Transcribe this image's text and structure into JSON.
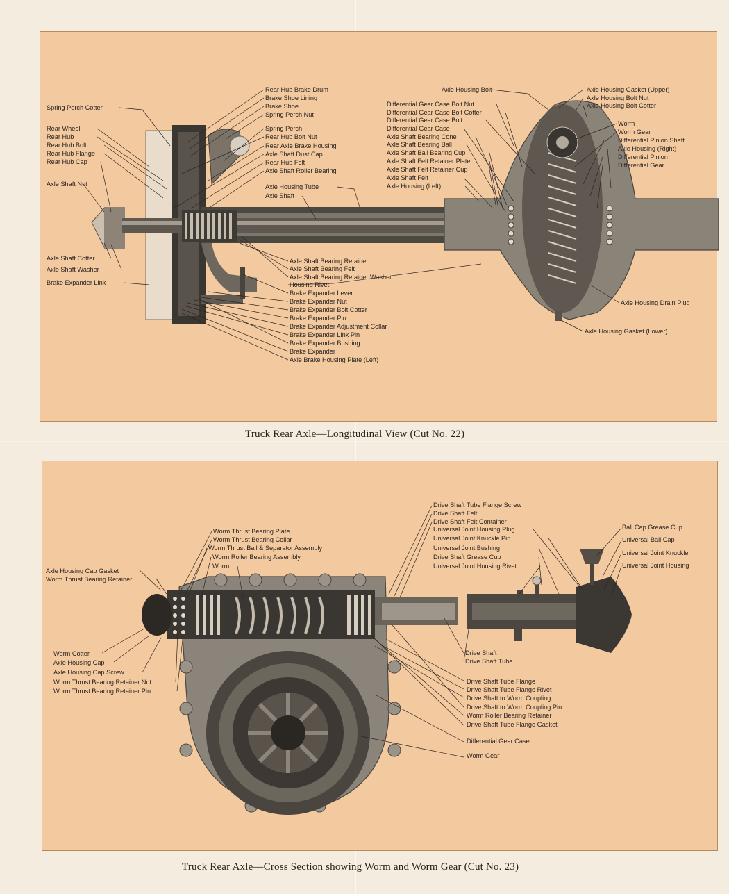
{
  "figure1": {
    "caption": "Truck Rear Axle—Longitudinal View (Cut No. 22)",
    "labels": {
      "rear_hub_brake_drum": "Rear Hub Brake Drum",
      "brake_shoe_lining": "Brake Shoe Lining",
      "brake_shoe": "Brake Shoe",
      "spring_perch_nut": "Spring Perch Nut",
      "spring_perch_cotter": "Spring Perch Cotter",
      "spring_perch": "Spring Perch",
      "rear_hub_bolt_nut": "Rear Hub Bolt Nut",
      "rear_axle_brake_housing": "Rear Axle Brake Housing",
      "axle_shaft_dust_cap": "Axle Shaft Dust Cap",
      "rear_hub_felt": "Rear Hub Felt",
      "axle_shaft_roller_bearing": "Axle Shaft Roller Bearing",
      "rear_wheel": "Rear Wheel",
      "rear_hub": "Rear Hub",
      "rear_hub_bolt": "Rear Hub Bolt",
      "rear_hub_flange": "Rear Hub Flange",
      "rear_hub_cap": "Rear Hub Cap",
      "axle_shaft_nut": "Axle Shaft Nut",
      "axle_housing_tube": "Axle Housing Tube",
      "axle_shaft": "Axle Shaft",
      "axle_housing_bolt": "Axle Housing Bolt",
      "diff_gear_case_bolt_nut": "Differential Gear Case Bolt Nut",
      "diff_gear_case_bolt_cotter": "Differential Gear Case Bolt Cotter",
      "diff_gear_case_bolt": "Differential Gear Case Bolt",
      "diff_gear_case": "Differential Gear Case",
      "axle_shaft_bearing_cone": "Axle Shaft Bearing Cone",
      "axle_shaft_bearing_ball": "Axle Shaft Bearing Ball",
      "axle_shaft_ball_bearing_cup": "Axle Shaft Ball Bearing Cup",
      "axle_shaft_felt_retainer_plate": "Axle Shaft Felt Retainer Plate",
      "axle_shaft_felt_retainer_cup": "Axle Shaft Felt Retainer Cup",
      "axle_shaft_felt": "Axle Shaft Felt",
      "axle_housing_left": "Axle Housing (Left)",
      "axle_housing_gasket_upper": "Axle Housing Gasket (Upper)",
      "axle_housing_bolt_nut": "Axle Housing Bolt Nut",
      "axle_housing_bolt_cotter": "Axle Housing Bolt Cotter",
      "worm": "Worm",
      "worm_gear": "Worm Gear",
      "differential_pinion_shaft": "Differential Pinion Shaft",
      "axle_housing_right": "Axle Housing (Right)",
      "differential_pinion": "Differential Pinion",
      "differential_gear": "Differential Gear",
      "axle_shaft_cotter": "Axle Shaft Cotter",
      "axle_shaft_washer": "Axle Shaft Washer",
      "brake_expander_link": "Brake Expander Link",
      "axle_shaft_bearing_retainer": "Axle Shaft Bearing Retainer",
      "axle_shaft_bearing_felt": "Axle Shaft Bearing Felt",
      "axle_shaft_bearing_retainer_washer": "Axle Shaft Bearing Retainer Washer",
      "housing_rivet": "Housing Rivet",
      "brake_expander_lever": "Brake Expander Lever",
      "brake_expander_nut": "Brake Expander Nut",
      "brake_expander_bolt_cotter": "Brake Expander Bolt Cotter",
      "brake_expander_pin": "Brake Expander Pin",
      "brake_expander_adjustment_collar": "Brake Expander Adjustment Collar",
      "brake_expander_link_pin": "Brake Expander Link Pin",
      "brake_expander_bushing": "Brake Expander Bushing",
      "brake_expander": "Brake Expander",
      "axle_brake_housing_plate_left": "Axle Brake Housing Plate (Left)",
      "axle_housing_drain_plug": "Axle Housing Drain Plug",
      "axle_housing_gasket_lower": "Axle Housing Gasket (Lower)"
    }
  },
  "figure2": {
    "caption": "Truck Rear Axle—Cross Section showing Worm and Worm Gear (Cut No. 23)",
    "labels": {
      "drive_shaft_tube_flange_screw": "Drive Shaft Tube Flange Screw",
      "drive_shaft_felt": "Drive Shaft Felt",
      "drive_shaft_felt_container": "Drive Shaft Felt Container",
      "universal_joint_housing_plug": "Universal Joint Housing Plug",
      "universal_joint_knuckle_pin": "Universal Joint Knuckle Pin",
      "universal_joint_bushing": "Universal Joint Bushing",
      "drive_shaft_grease_cup": "Drive Shaft Grease Cup",
      "universal_joint_housing_rivet": "Universal Joint Housing Rivet",
      "ball_cap_grease_cup": "Ball Cap Grease Cup",
      "universal_ball_cap": "Universal Ball Cap",
      "universal_joint_knuckle": "Universal Joint Knuckle",
      "universal_joint_housing": "Universal Joint Housing",
      "worm_thrust_bearing_plate": "Worm Thrust Bearing Plate",
      "worm_thrust_bearing_collar": "Worm Thrust Bearing Collar",
      "worm_thrust_ball_separator_assembly": "Worm Thrust Ball & Separator Assembly",
      "worm_roller_bearing_assembly": "Worm Roller Bearing Assembly",
      "worm": "Worm",
      "axle_housing_cap_gasket": "Axle Housing Cap Gasket",
      "worm_thrust_bearing_retainer": "Worm Thrust Bearing Retainer",
      "worm_cotter": "Worm Cotter",
      "axle_housing_cap": "Axle Housing Cap",
      "axle_housing_cap_screw": "Axle Housing Cap Screw",
      "worm_thrust_bearing_retainer_nut": "Worm Thrust Bearing Retainer Nut",
      "worm_thrust_bearing_retainer_pin": "Worm Thrust Bearing Retainer Pin",
      "drive_shaft": "Drive Shaft",
      "drive_shaft_tube": "Drive Shaft Tube",
      "drive_shaft_tube_flange": "Drive Shaft Tube Flange",
      "drive_shaft_tube_flange_rivet": "Drive Shaft Tube Flange Rivet",
      "drive_shaft_to_worm_coupling": "Drive Shaft to Worm Coupling",
      "drive_shaft_to_worm_coupling_pin": "Drive Shaft to Worm Coupling Pin",
      "worm_roller_bearing_retainer": "Worm Roller Bearing Retainer",
      "drive_shaft_tube_flange_gasket": "Drive Shaft Tube Flange Gasket",
      "differential_gear_case": "Differential Gear Case",
      "worm_gear": "Worm Gear"
    }
  }
}
